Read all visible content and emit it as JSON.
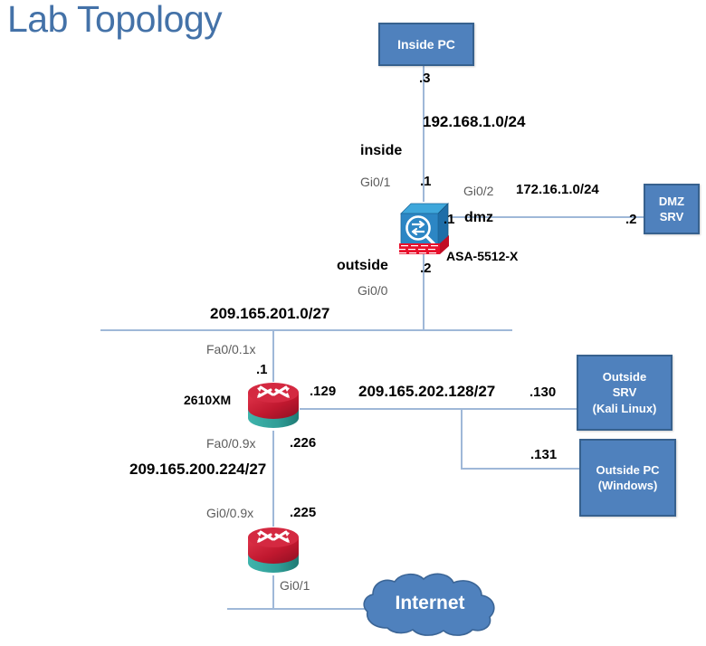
{
  "page": {
    "title": "Lab Topology",
    "title_color": "#4472a8",
    "background": "#ffffff"
  },
  "palette": {
    "box_fill": "#4f81bd",
    "box_border": "#37618e",
    "link_line": "#9fb8d8",
    "cloud_fill": "#4f81bd",
    "router_top": "#c0182f",
    "router_bottom": "#2f9d96",
    "asa_blue": "#2c86c4",
    "asa_brick": "#e8112d",
    "label_gray": "#5c5c5c",
    "label_black": "#000000"
  },
  "nodes": {
    "inside_pc": {
      "lines": [
        "Inside PC"
      ]
    },
    "dmz_srv": {
      "lines": [
        "DMZ",
        "SRV"
      ]
    },
    "outside_srv": {
      "lines": [
        "Outside",
        "SRV",
        "(Kali Linux)"
      ]
    },
    "outside_pc": {
      "lines": [
        "Outside PC",
        "(Windows)"
      ]
    },
    "asa": {
      "icon": "asa-firewall-icon",
      "model": "ASA-5512-X"
    },
    "router_2610": {
      "icon": "router-icon",
      "model": "2610XM"
    },
    "router_edge": {
      "icon": "router-icon"
    },
    "internet": {
      "label": "Internet",
      "icon": "cloud-icon"
    }
  },
  "labels": {
    "inside_pc_ip": ".3",
    "inside_subnet": "192.168.1.0/24",
    "zone_inside": "inside",
    "iface_gi0_1": "Gi0/1",
    "asa_inside_ip": ".1",
    "iface_gi0_2": "Gi0/2",
    "dmz_subnet": "172.16.1.0/24",
    "asa_dmz_ip": ".1",
    "zone_dmz": "dmz",
    "dmz_srv_ip": ".2",
    "asa_model": "ASA-5512-X",
    "zone_outside": "outside",
    "asa_outside_ip": ".2",
    "iface_gi0_0": "Gi0/0",
    "outside_subnet": "209.165.201.0/27",
    "iface_fa0_01x": "Fa0/0.1x",
    "r2610_top_ip": ".1",
    "r2610_model": "2610XM",
    "r2610_right_ip": ".129",
    "dmz2_subnet": "209.165.202.128/27",
    "outside_srv_ip": ".130",
    "outside_pc_ip": ".131",
    "iface_fa0_09x": "Fa0/0.9x",
    "r2610_bottom_ip": ".226",
    "transit_subnet": "209.165.200.224/27",
    "iface_gi0_09x": "Gi0/0.9x",
    "redge_top_ip": ".225",
    "iface_gi0_1_edge": "Gi0/1"
  }
}
